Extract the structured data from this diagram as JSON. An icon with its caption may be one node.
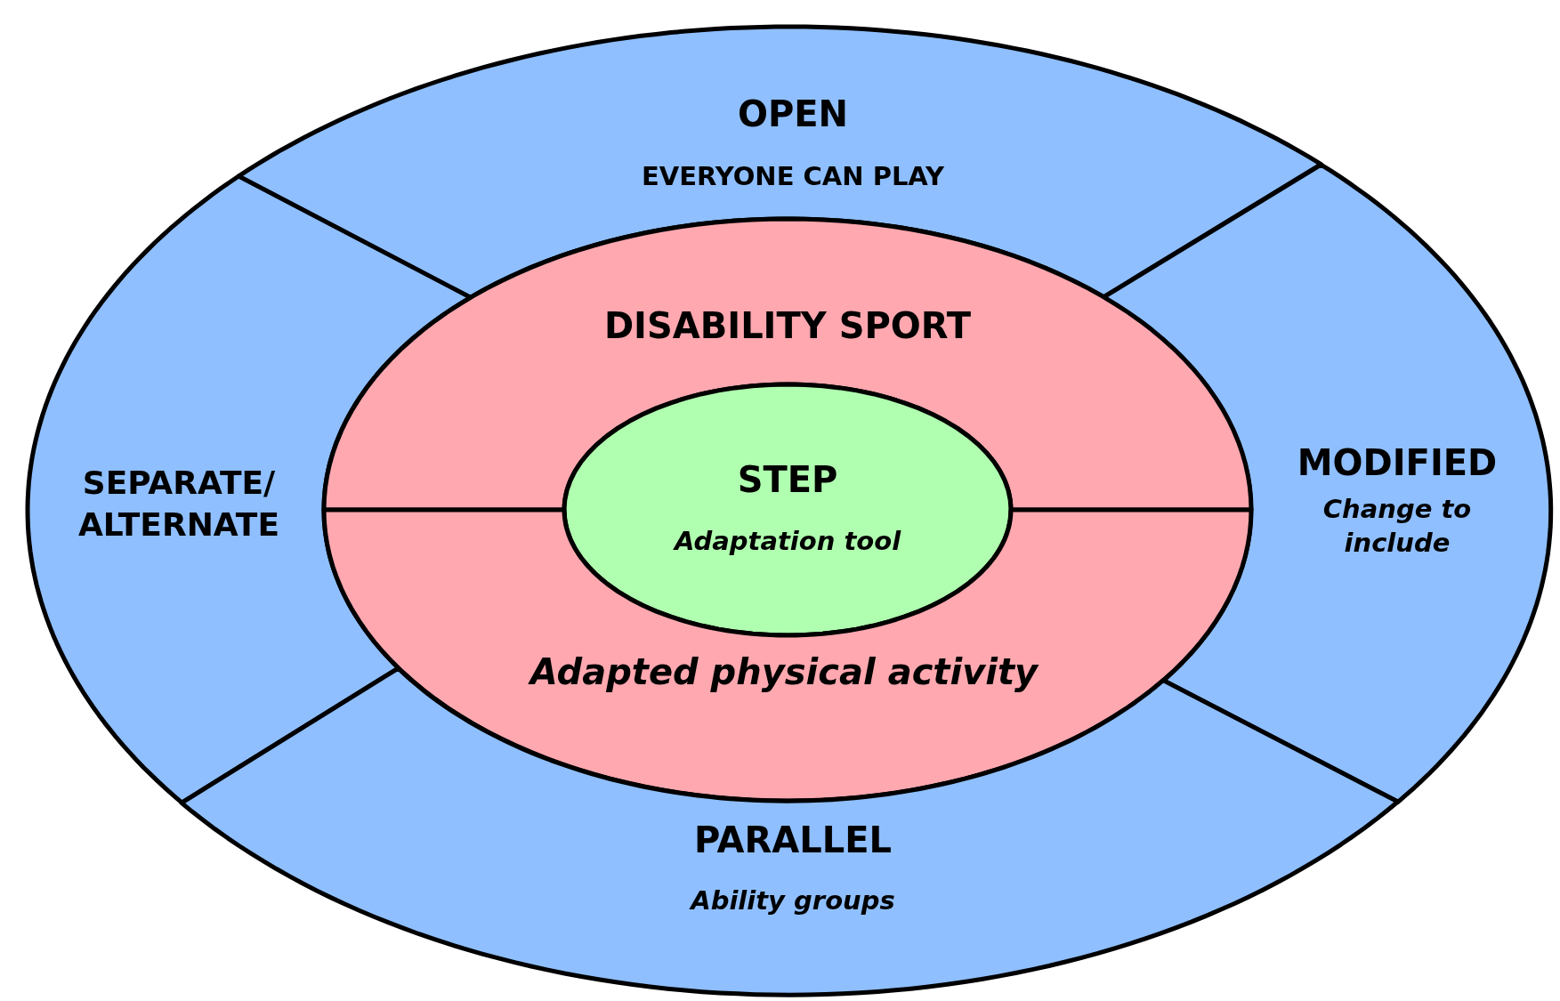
{
  "diagram": {
    "nodes": [
      {
        "text": [
          "OPEN",
          "EVERYONE CAN PLAY"
        ]
      },
      {
        "text": [
          "SEPARATE/ ALTERNATE"
        ]
      },
      {
        "text": [
          "MODIFIED",
          "Change to include"
        ]
      },
      {
        "text": [
          "DISABILITY SPORT"
        ]
      },
      {
        "text": [
          "STEP",
          "Adaptation tool"
        ]
      },
      {
        "text": [
          "Adapted physical activity"
        ]
      },
      {
        "text": [
          "PARALLEL",
          "Ability groups"
        ]
      }
    ]
  }
}
